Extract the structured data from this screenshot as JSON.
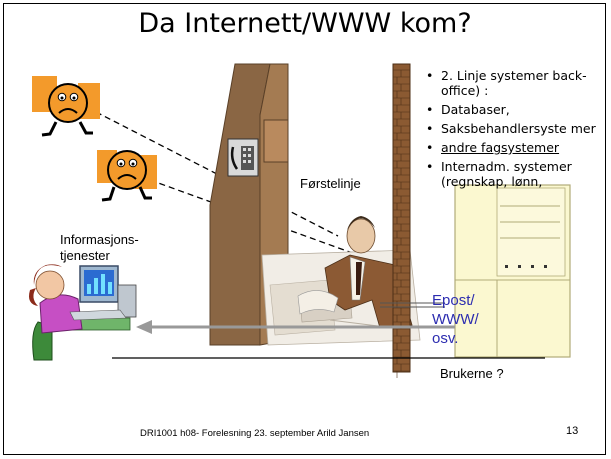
{
  "title": "Da Internett/WWW kom?",
  "labels": {
    "forstelinje": "Førstelinje",
    "informasjonstjenester": "Informasjons-\ntjenester",
    "brukerne": "Brukerne ?"
  },
  "bullets": {
    "items": [
      {
        "text": "2. Linje systemer back-office) :",
        "bullet": true
      },
      {
        "text": "Databaser,",
        "bullet": true
      },
      {
        "text": "Saksbehandlersyste mer",
        "bullet": true
      },
      {
        "text": "andre fagsystemer",
        "bullet": true
      },
      {
        "text": "Internadm. systemer (regnskap, lønn,",
        "bullet": true
      }
    ]
  },
  "overlay": {
    "epost": "Epost/",
    "www": "WWW/",
    "osv": "osv."
  },
  "footer": {
    "text": "DRI1001 h08- Forelesning 23. september Arild Jansen",
    "page": "13"
  }
}
